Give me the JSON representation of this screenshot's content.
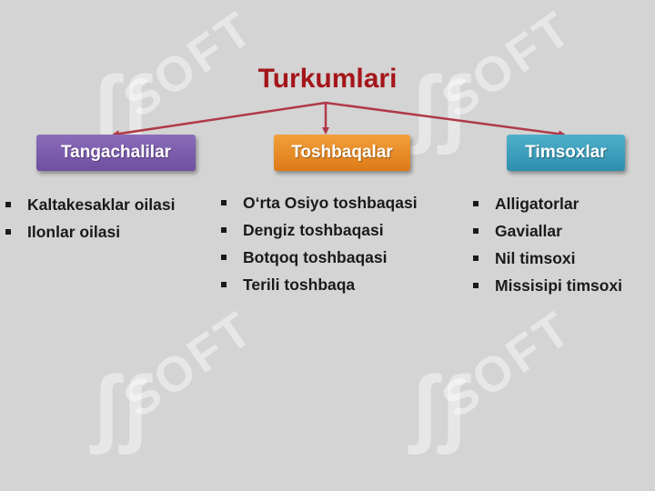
{
  "title": "Turkumlari",
  "categories": [
    {
      "label": "Tangachalilar",
      "color": "#7a5bab",
      "items": [
        "Kaltakesaklar oilasi",
        "Ilonlar oilasi"
      ]
    },
    {
      "label": "Toshbaqalar",
      "color": "#e8891f",
      "items": [
        "O‘rta Osiyo toshbaqasi",
        "Dengiz toshbaqasi",
        "Botqoq toshbaqasi",
        "Terili toshbaqa"
      ]
    },
    {
      "label": "Timsoxlar",
      "color": "#3a9dbb",
      "items": [
        "Alligatorlar",
        "Gaviallar",
        "Nil timsoxi",
        "Missisipi timsoxi"
      ]
    }
  ],
  "watermark": "SOFT",
  "colors": {
    "title": "#a4161a",
    "arrows": "#b03a48",
    "background": "#d4d4d4"
  }
}
